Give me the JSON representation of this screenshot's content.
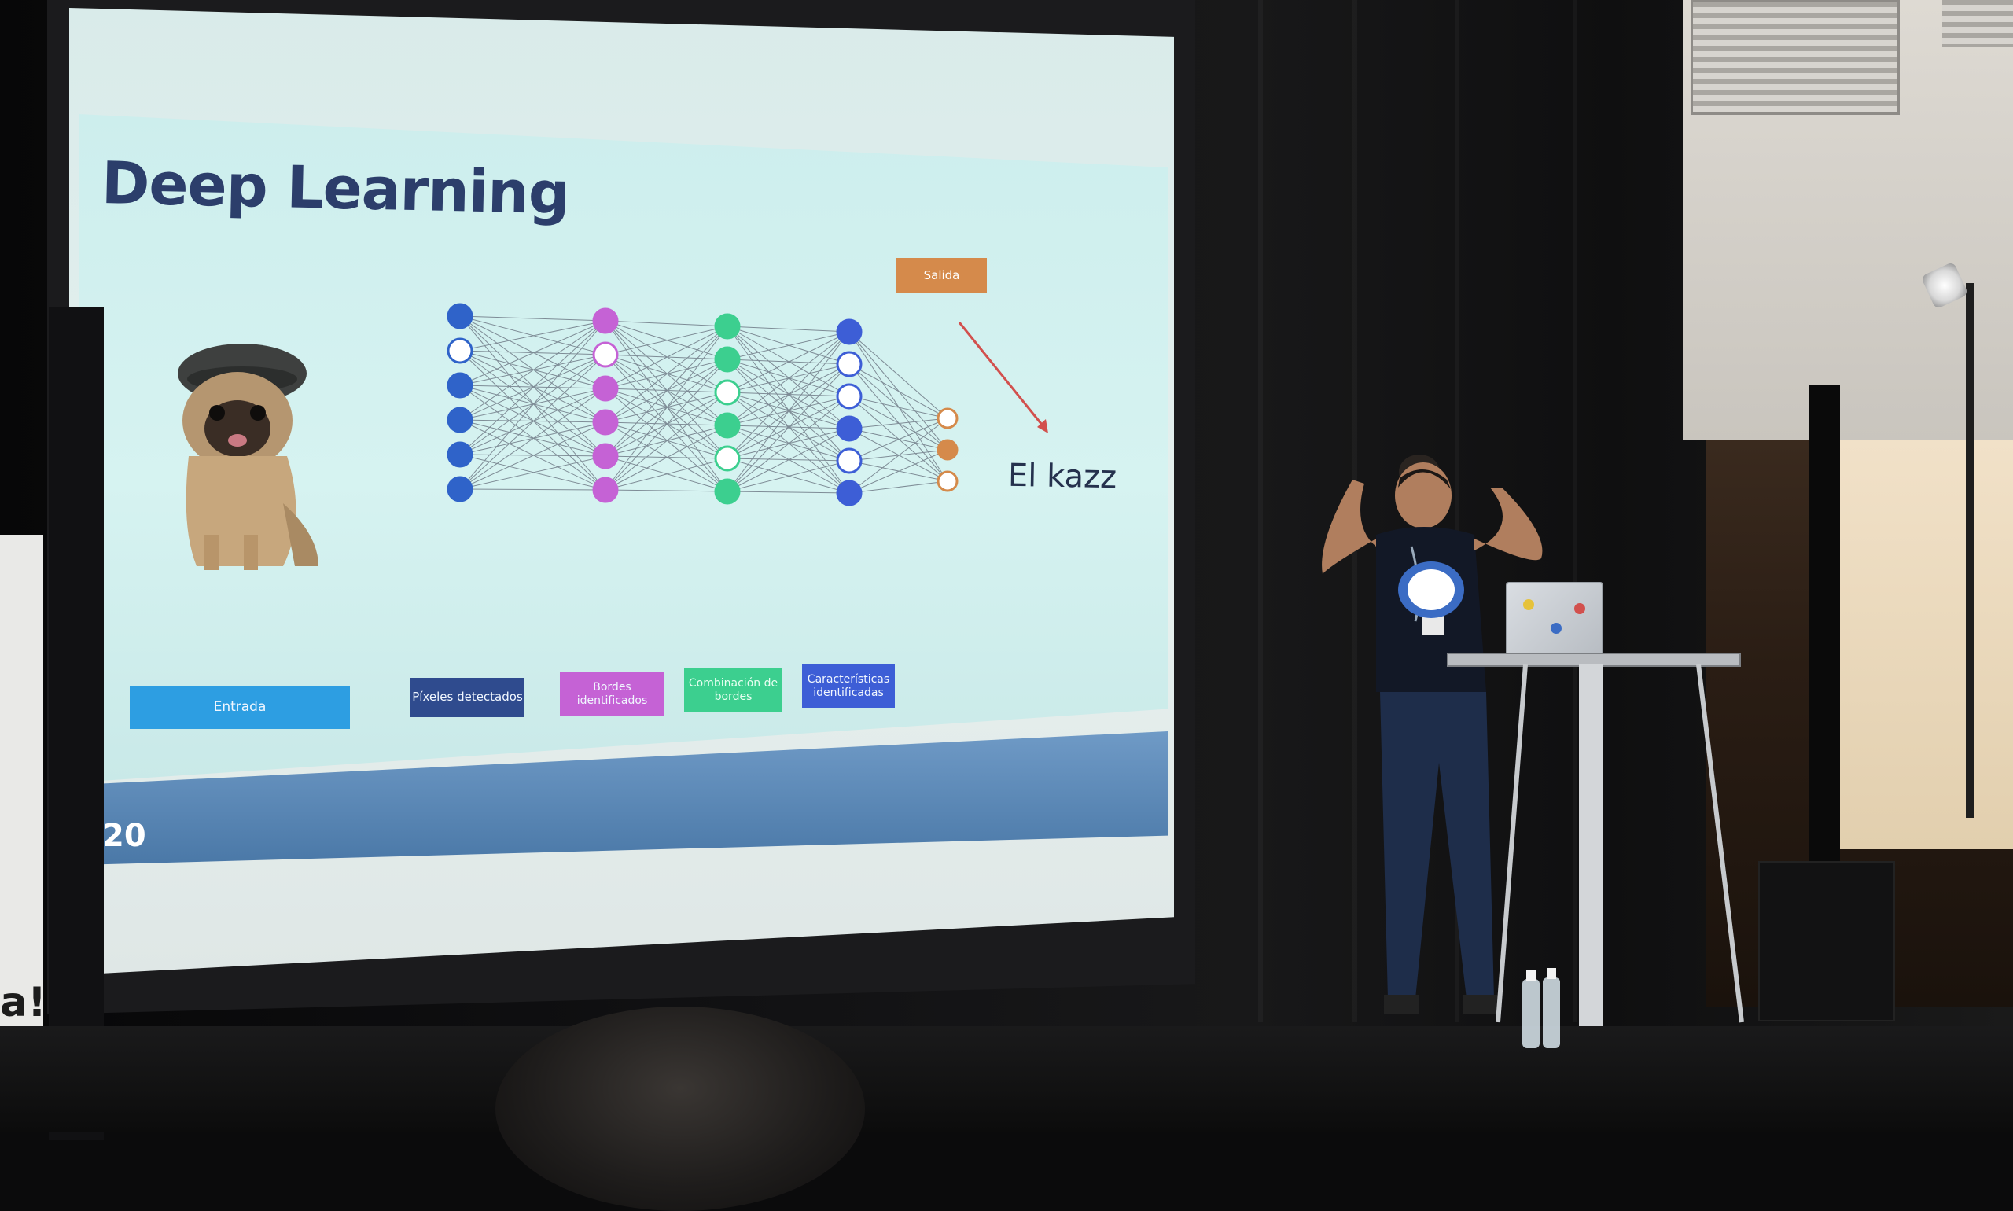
{
  "slide": {
    "title": "Deep Learning",
    "output_tag": "Salida",
    "output_label": "El kazz",
    "page_number": "20",
    "layer_tags": {
      "input": "Entrada",
      "pixels": "Píxeles detectados",
      "edges": "Bordes identificados",
      "combination": "Combinación de bordes",
      "features": "Características identificadas"
    },
    "colors": {
      "title": "#2c3e6b",
      "input_layer": "#2f63c9",
      "edges_layer": "#c562d5",
      "combo_layer": "#3ccf8f",
      "features_layer": "#3d5ed6",
      "output_layer": "#d58a4b"
    }
  },
  "banner": {
    "text": "a!"
  },
  "icons": [
    "pug-image",
    "postgresql-elephant-logo",
    "laptop",
    "water-bottles",
    "arrow"
  ]
}
